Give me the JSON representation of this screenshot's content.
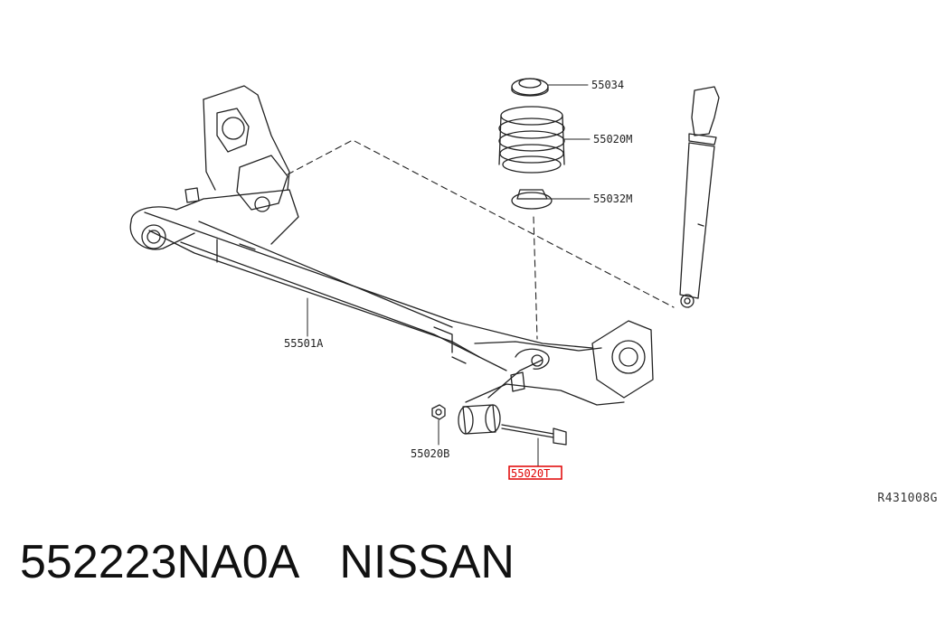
{
  "parts": {
    "p1": "55034",
    "p2": "55020M",
    "p3": "55032M",
    "p4": "55501A",
    "p5": "55020B",
    "p6": "55020T"
  },
  "highlight_color": "#e00000",
  "ref_code": "R431008G",
  "footer": {
    "part_number": "552223NA0A",
    "brand": "NISSAN"
  }
}
